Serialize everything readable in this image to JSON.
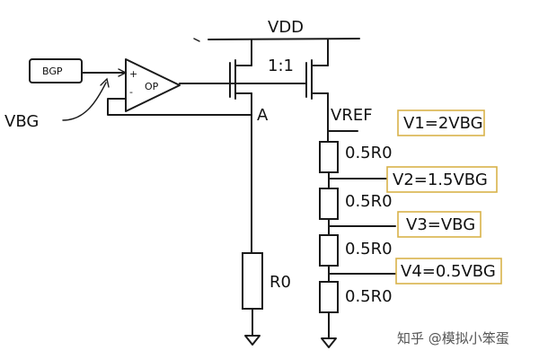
{
  "labels": {
    "vdd": "VDD",
    "ratio": "1:1",
    "bgp": "BGP",
    "op": "OP",
    "plus": "+",
    "minus": "-",
    "vbg": "VBG",
    "node_a": "A",
    "vref": "VREF",
    "r0": "R0",
    "r_half": "0.5R0"
  },
  "taps": [
    {
      "label": "V1=2VBG"
    },
    {
      "label": "V2=1.5VBG"
    },
    {
      "label": "V3=VBG"
    },
    {
      "label": "V4=0.5VBG"
    }
  ],
  "watermark": "知乎 @模拟小笨蛋",
  "colors": {
    "wire": "#1a1a1a",
    "tap_border": "#d9b24a"
  }
}
